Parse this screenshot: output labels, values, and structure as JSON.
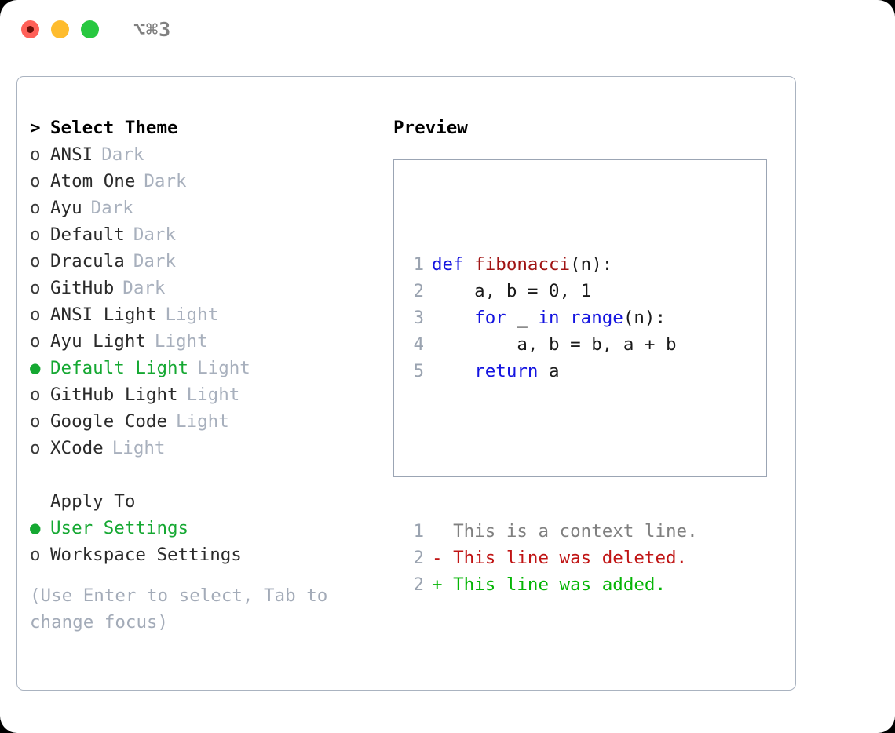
{
  "window": {
    "shortcut": "⌥⌘3",
    "traffic_lights": [
      {
        "name": "close",
        "color": "#ff6058"
      },
      {
        "name": "minimize",
        "color": "#febc2e"
      },
      {
        "name": "zoom",
        "color": "#28c840"
      }
    ]
  },
  "theme_picker": {
    "prompt_marker": ">",
    "heading": "Select Theme",
    "marker_unselected": "o",
    "marker_selected": "●",
    "selected_color": "#15a832",
    "items": [
      {
        "marker": "o",
        "label": "ANSI",
        "variant": "Dark",
        "selected": false
      },
      {
        "marker": "o",
        "label": "Atom One",
        "variant": "Dark",
        "selected": false
      },
      {
        "marker": "o",
        "label": "Ayu",
        "variant": "Dark",
        "selected": false
      },
      {
        "marker": "o",
        "label": "Default",
        "variant": "Dark",
        "selected": false
      },
      {
        "marker": "o",
        "label": "Dracula",
        "variant": "Dark",
        "selected": false
      },
      {
        "marker": "o",
        "label": "GitHub",
        "variant": "Dark",
        "selected": false
      },
      {
        "marker": "o",
        "label": "ANSI Light",
        "variant": "Light",
        "selected": false
      },
      {
        "marker": "o",
        "label": "Ayu Light",
        "variant": "Light",
        "selected": false
      },
      {
        "marker": "●",
        "label": "Default Light",
        "variant": "Light",
        "selected": true
      },
      {
        "marker": "o",
        "label": "GitHub Light",
        "variant": "Light",
        "selected": false
      },
      {
        "marker": "o",
        "label": "Google Code",
        "variant": "Light",
        "selected": false
      },
      {
        "marker": "o",
        "label": "XCode",
        "variant": "Light",
        "selected": false
      }
    ]
  },
  "apply_to": {
    "heading": "Apply To",
    "items": [
      {
        "marker": "●",
        "label": "User Settings",
        "selected": true
      },
      {
        "marker": "o",
        "label": "Workspace Settings",
        "selected": false
      }
    ]
  },
  "hint": "(Use Enter to select, Tab to change focus)",
  "preview": {
    "title": "Preview",
    "code_lines": [
      {
        "num": "1",
        "tokens": [
          {
            "t": "def ",
            "c": "kw"
          },
          {
            "t": "fibonacci",
            "c": "fn"
          },
          {
            "t": "(n):",
            "c": "pl"
          }
        ]
      },
      {
        "num": "2",
        "tokens": [
          {
            "t": "    a, b = 0, 1",
            "c": "pl"
          }
        ]
      },
      {
        "num": "3",
        "tokens": [
          {
            "t": "    ",
            "c": "pl"
          },
          {
            "t": "for",
            "c": "kw"
          },
          {
            "t": " _ ",
            "c": "pl"
          },
          {
            "t": "in",
            "c": "kw"
          },
          {
            "t": " ",
            "c": "pl"
          },
          {
            "t": "range",
            "c": "kw"
          },
          {
            "t": "(n):",
            "c": "pl"
          }
        ]
      },
      {
        "num": "4",
        "tokens": [
          {
            "t": "        a, b = b, a + b",
            "c": "pl"
          }
        ]
      },
      {
        "num": "5",
        "tokens": [
          {
            "t": "    ",
            "c": "pl"
          },
          {
            "t": "return",
            "c": "kw"
          },
          {
            "t": " a",
            "c": "pl"
          }
        ]
      }
    ],
    "diff_lines": [
      {
        "num": "1",
        "sign": " ",
        "text": "This is a context line.",
        "kind": "ctx"
      },
      {
        "num": "2",
        "sign": "-",
        "text": "This line was deleted.",
        "kind": "del"
      },
      {
        "num": "2",
        "sign": "+",
        "text": "This line was added.",
        "kind": "add"
      }
    ]
  }
}
